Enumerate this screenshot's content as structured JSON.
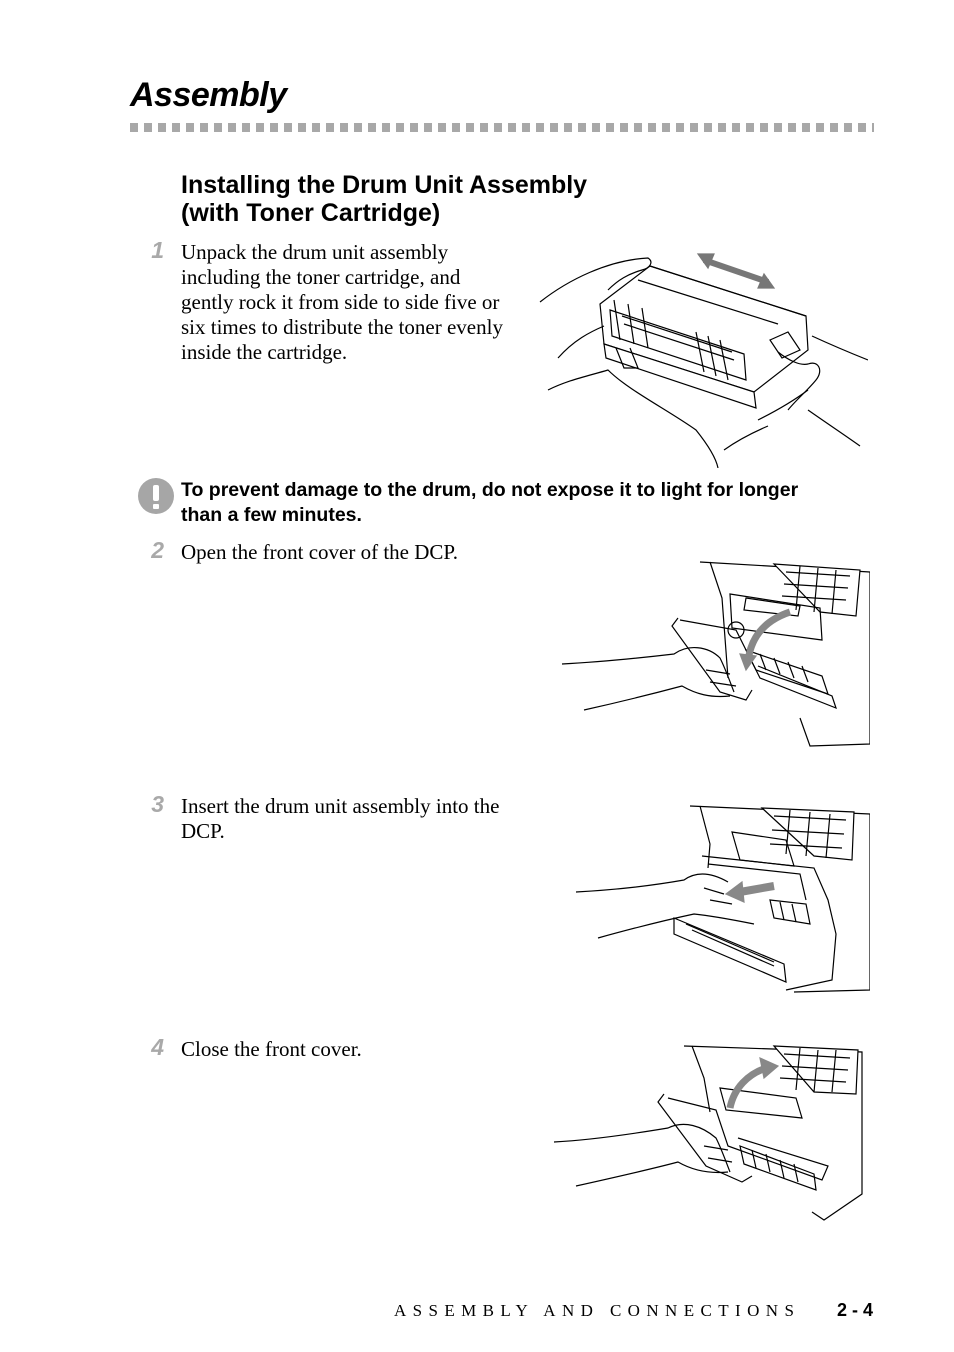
{
  "section_title": "Assembly",
  "subsection_title_line1": "Installing the Drum Unit Assembly",
  "subsection_title_line2": "(with Toner Cartridge)",
  "steps": [
    {
      "number": "1",
      "lines": [
        "Unpack the drum unit assembly",
        "including the toner cartridge, and",
        "gently rock it from side to side five or",
        "six times to distribute the toner evenly",
        "inside the cartridge."
      ]
    },
    {
      "number": "2",
      "lines": [
        "Open the front cover of the DCP."
      ]
    },
    {
      "number": "3",
      "lines": [
        "Insert the drum unit assembly into the",
        "DCP."
      ]
    },
    {
      "number": "4",
      "lines": [
        "Close the front cover."
      ]
    }
  ],
  "caution": {
    "icon": "exclamation-icon",
    "lines": [
      "To prevent damage to the drum, do not expose it to light for longer",
      "than a few minutes."
    ]
  },
  "footer": {
    "section_label": "ASSEMBLY AND CONNECTIONS",
    "page_number": "2 - 4"
  }
}
